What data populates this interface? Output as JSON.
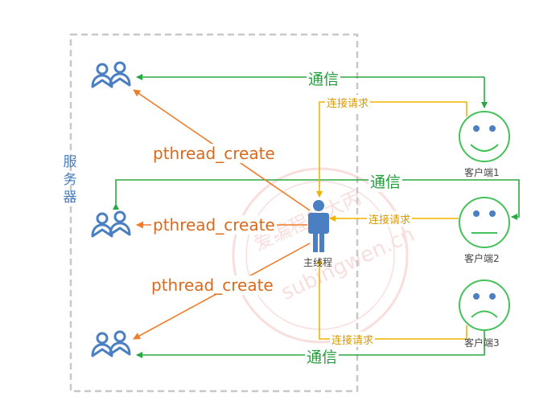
{
  "server_label": [
    "服",
    "务",
    "器"
  ],
  "main_thread_label": "主线程",
  "comm_label": "通信",
  "request_label": "连接请求",
  "create_label": "pthread_create",
  "clients": [
    {
      "label": "客户端1",
      "mood": "happy"
    },
    {
      "label": "客户端2",
      "mood": "neutral"
    },
    {
      "label": "客户端3",
      "mood": "sad"
    }
  ],
  "watermark_text": "爱编程的大丙 subingwen.cn",
  "colors": {
    "comm": "#2aa844",
    "request": "#f0b400",
    "create": "#f07d2a",
    "user_icon": "#4a7fc1",
    "face_fill": "#ffffff",
    "face_stroke": "#45c15a",
    "eye": "#4a7fc1",
    "server_box": "#c8c8c8"
  }
}
